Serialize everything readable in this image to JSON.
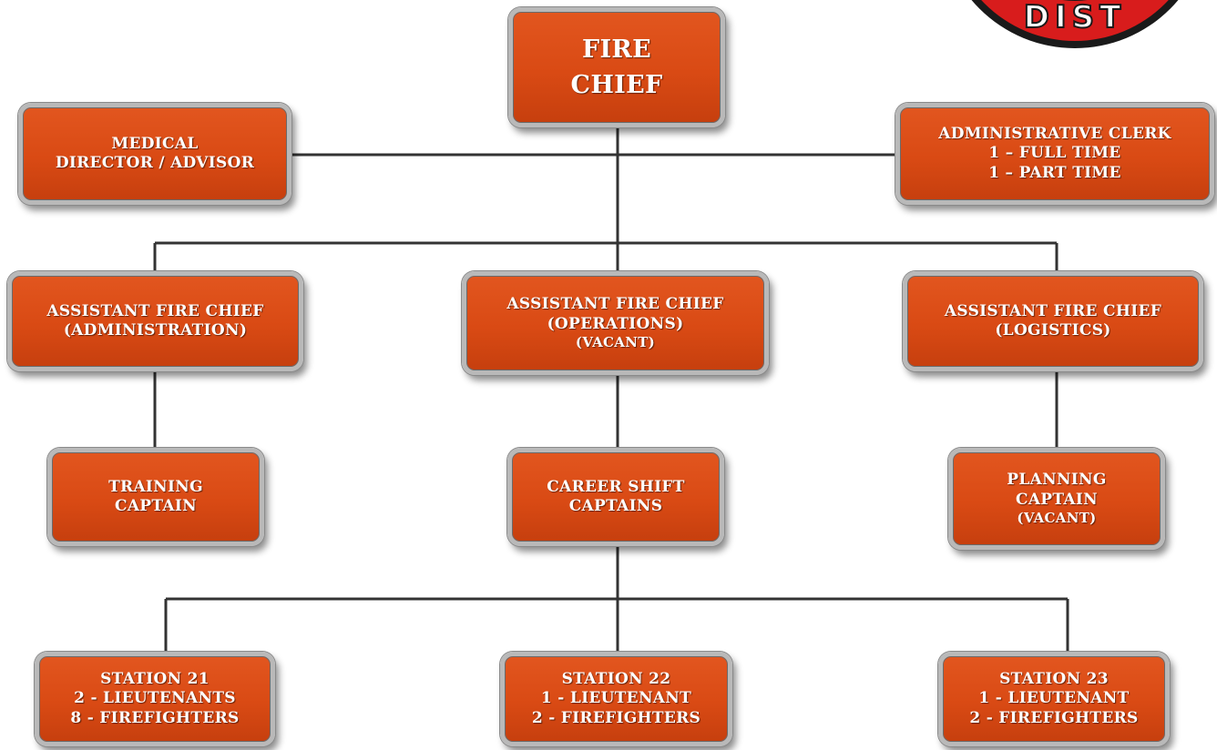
{
  "nodes": {
    "fire_chief": {
      "lines": [
        "FIRE",
        "CHIEF"
      ]
    },
    "medical_director": {
      "lines": [
        "MEDICAL",
        "DIRECTOR / ADVISOR"
      ]
    },
    "admin_clerk": {
      "lines": [
        "ADMINISTRATIVE CLERK",
        "1 – FULL TIME",
        "1 – PART TIME"
      ]
    },
    "asst_chief_admin": {
      "lines": [
        "ASSISTANT FIRE CHIEF",
        "(ADMINISTRATION)"
      ]
    },
    "asst_chief_ops": {
      "lines": [
        "ASSISTANT FIRE CHIEF",
        "(OPERATIONS)",
        "(VACANT)"
      ]
    },
    "asst_chief_logistics": {
      "lines": [
        "ASSISTANT FIRE CHIEF",
        "(LOGISTICS)"
      ]
    },
    "training_captain": {
      "lines": [
        "TRAINING",
        "CAPTAIN"
      ]
    },
    "career_shift_captains": {
      "lines": [
        "CAREER SHIFT",
        "CAPTAINS"
      ]
    },
    "planning_captain": {
      "lines": [
        "PLANNING",
        "CAPTAIN",
        "(VACANT)"
      ]
    },
    "station_21": {
      "lines": [
        "STATION 21",
        "2 - LIEUTENANTS",
        "8 - FIREFIGHTERS"
      ]
    },
    "station_22": {
      "lines": [
        "STATION 22",
        "1 - LIEUTENANT",
        "2 - FIREFIGHTERS"
      ]
    },
    "station_23": {
      "lines": [
        "STATION 23",
        "1 - LIEUTENANT",
        "2 - FIREFIGHTERS"
      ]
    }
  },
  "badge": {
    "visible_text": "DIST"
  },
  "colors": {
    "box_fill": "#d94a14",
    "box_border": "#b9b9b9",
    "connector": "#333333",
    "text": "#ffffff",
    "badge_red": "#d81c1c",
    "badge_dark": "#1a1a1a"
  }
}
